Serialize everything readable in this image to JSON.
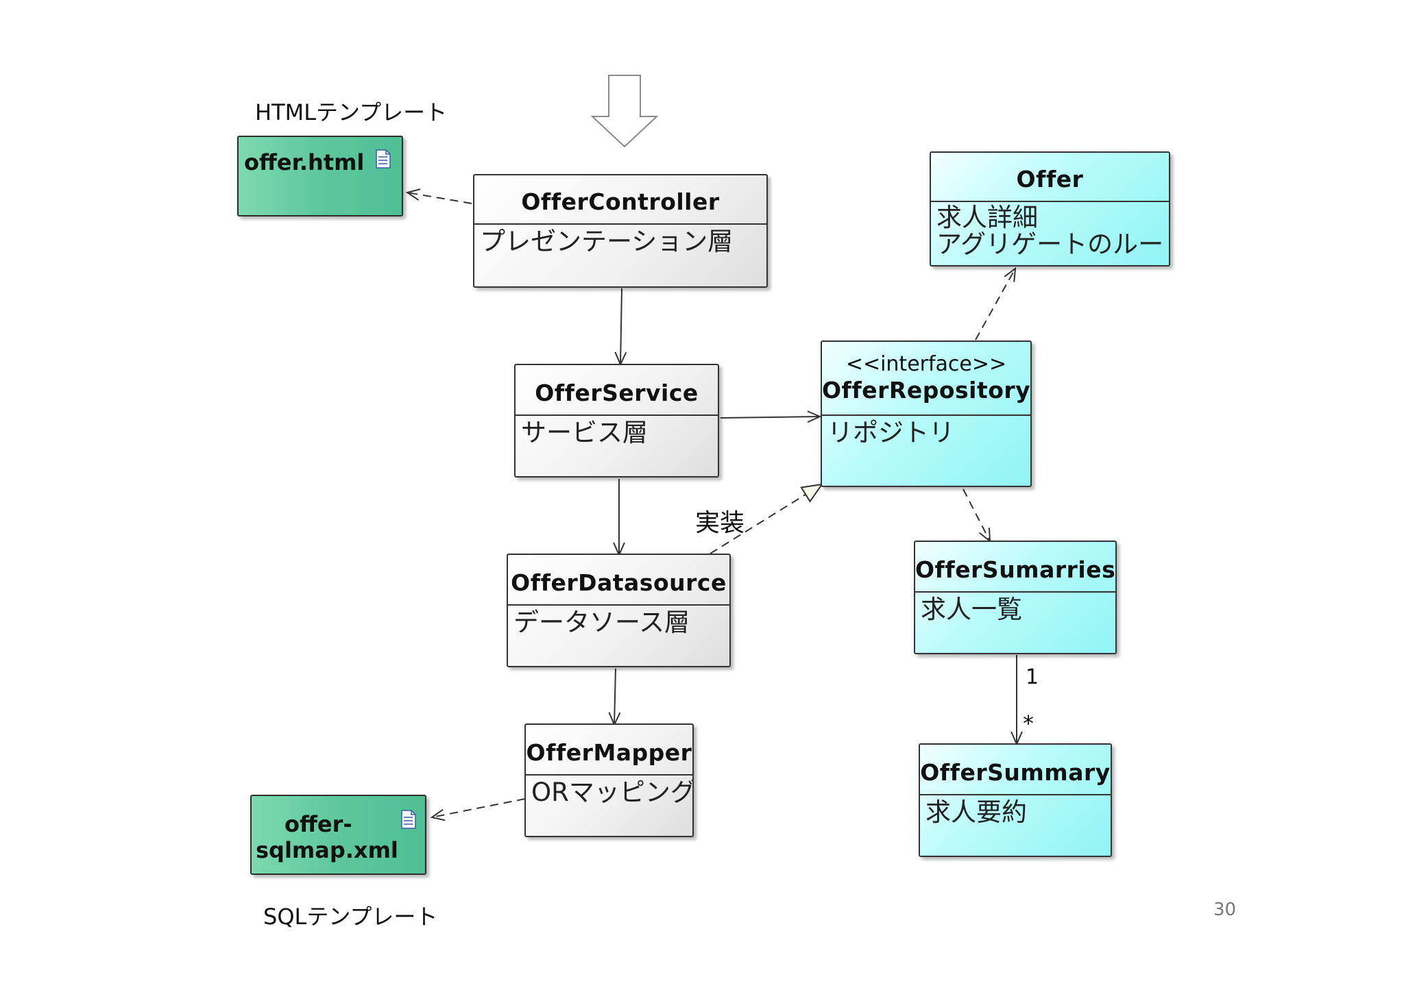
{
  "labels": {
    "html_template": "HTMLテンプレート",
    "sql_template": "SQLテンプレート",
    "implements": "実装",
    "mult_one": "1",
    "mult_many": "*"
  },
  "artifacts": {
    "offer_html": {
      "name": "offer.html",
      "icon": "document-icon"
    },
    "offer_sqlmap": {
      "name_line1": "offer-",
      "name_line2": "sqlmap.xml",
      "icon": "document-icon"
    }
  },
  "classes": {
    "offer_controller": {
      "name": "OfferController",
      "desc": "プレゼンテーション層"
    },
    "offer_service": {
      "name": "OfferService",
      "desc": "サービス層"
    },
    "offer_datasource": {
      "name": "OfferDatasource",
      "desc": "データソース層"
    },
    "offer_mapper": {
      "name": "OfferMapper",
      "desc": "ORマッピング"
    },
    "offer_repository": {
      "stereotype": "<<interface>>",
      "name": "OfferRepository",
      "desc": "リポジトリ"
    },
    "offer": {
      "name": "Offer",
      "desc_line1": "求人詳細",
      "desc_line2": "アグリゲートのルート"
    },
    "offer_sumarries": {
      "name": "OfferSumarries",
      "desc": "求人一覧"
    },
    "offer_summary": {
      "name": "OfferSummary",
      "desc": "求人要約"
    }
  },
  "colors": {
    "layer_gray": "#eeeeee",
    "domain_cyan": "#a6f9f9",
    "artifact_green": "#5ec79c",
    "line": "#333333"
  },
  "page_number": "30"
}
